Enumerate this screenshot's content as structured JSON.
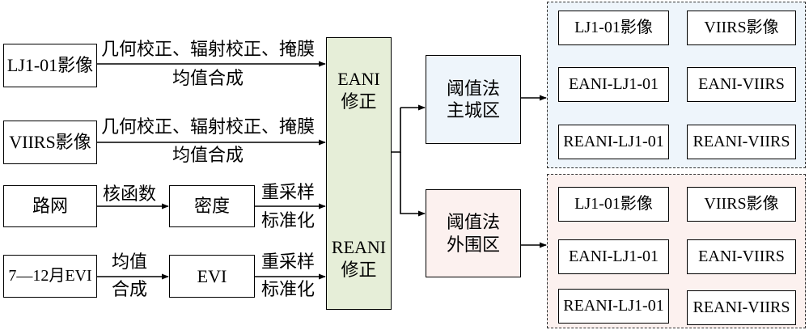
{
  "inputs": {
    "lj101": "LJ1-01影像",
    "viirs": "VIIRS影像",
    "road": "路网",
    "evi712": "7—12月EVI"
  },
  "edges": {
    "preprocess_top_1": "几何校正、辐射校正、掩膜",
    "preprocess_bottom_1": "均值合成",
    "preprocess_top_2": "几何校正、辐射校正、掩膜",
    "preprocess_bottom_2": "均值合成",
    "kernel": "核函数",
    "resample_1": "重采样",
    "normalize_1": "标准化",
    "mean_1": "均值",
    "composite_1": "合成",
    "resample_2": "重采样",
    "normalize_2": "标准化"
  },
  "mid": {
    "density": "密度",
    "evi": "EVI"
  },
  "correction": {
    "eani_1": "EANI",
    "eani_2": "修正",
    "reani_1": "REANI",
    "reani_2": "修正"
  },
  "threshold": {
    "urban_1": "阈值法",
    "urban_2": "主城区",
    "periurban_1": "阈值法",
    "periurban_2": "外围区"
  },
  "outputs_urban": [
    "LJ1-01影像",
    "VIIRS影像",
    "EANI-LJ1-01",
    "EANI-VIIRS",
    "REANI-LJ1-01",
    "REANI-VIIRS"
  ],
  "outputs_periurban": [
    "LJ1-01影像",
    "VIIRS影像",
    "EANI-LJ1-01",
    "EANI-VIIRS",
    "REANI-LJ1-01",
    "REANI-VIIRS"
  ],
  "colors": {
    "correction_fill": "#e6eed8",
    "urban_fill": "#eef5fb",
    "periurban_fill": "#fcf1ef",
    "line": "#000000",
    "dash": "#333333"
  }
}
